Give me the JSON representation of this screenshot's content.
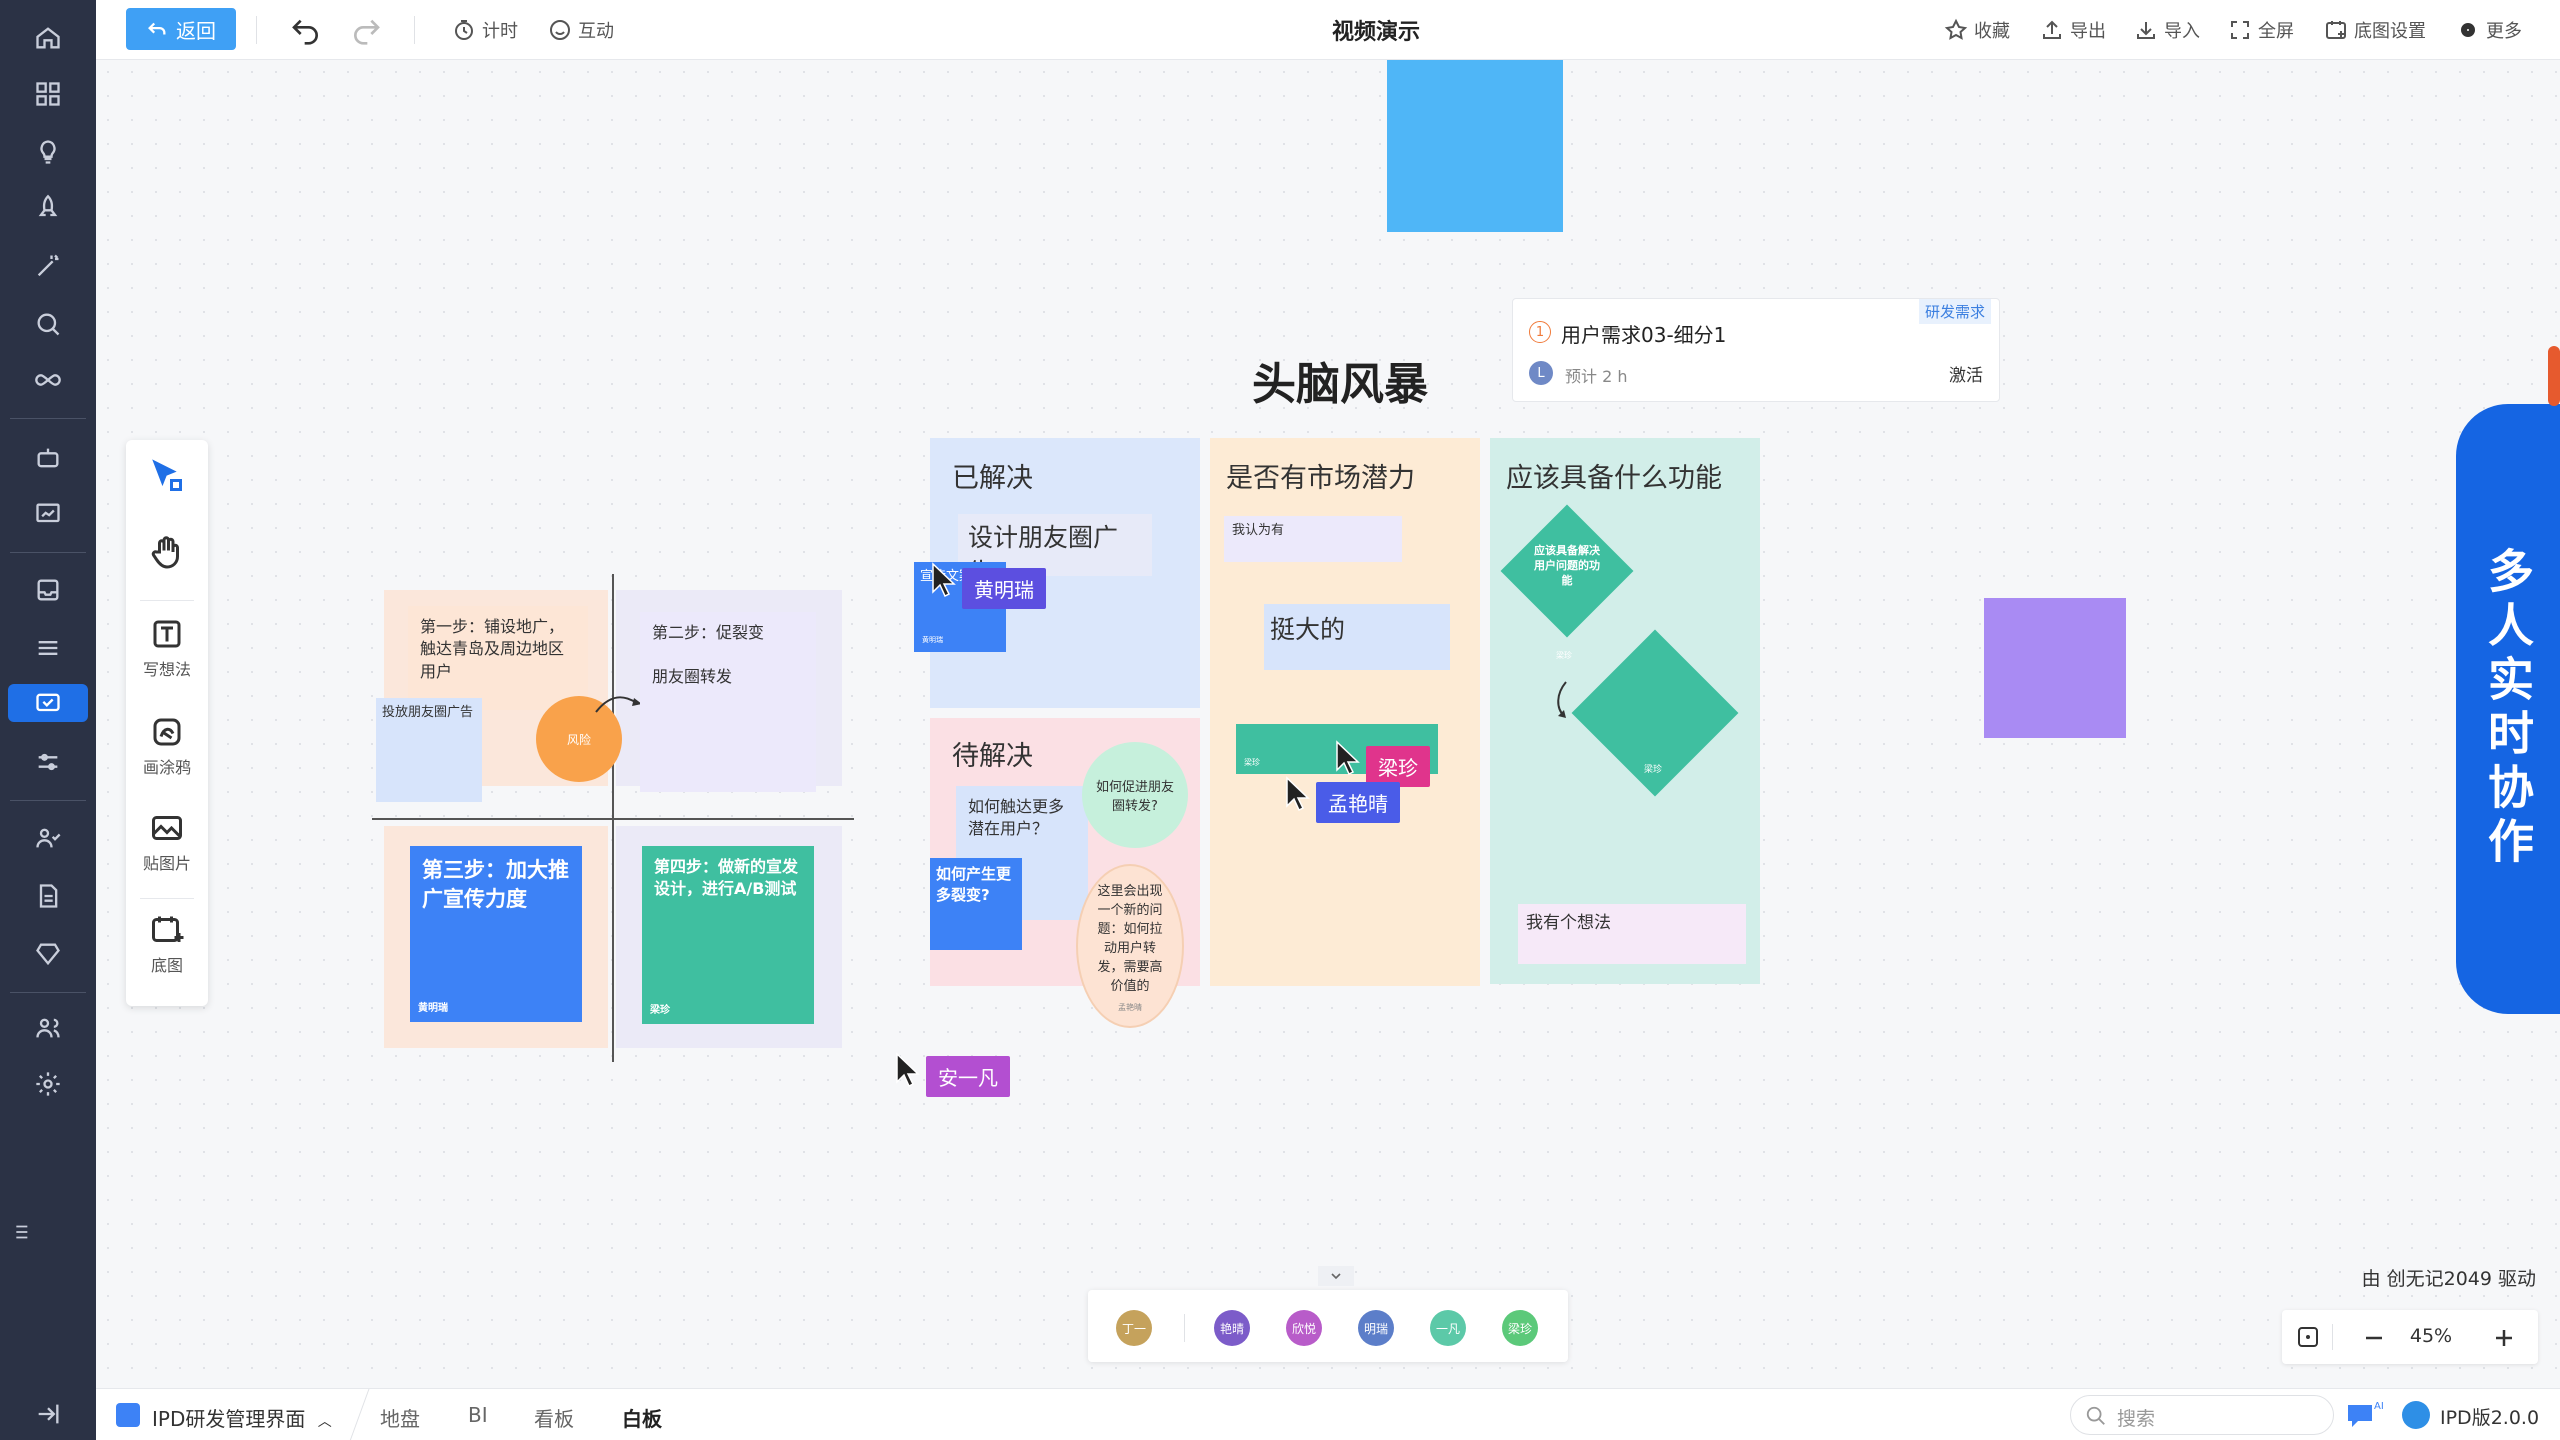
{
  "topbar": {
    "back_label": "返回",
    "timer_label": "计时",
    "interact_label": "互动",
    "title": "视频演示",
    "favorite_label": "收藏",
    "export_label": "导出",
    "import_label": "导入",
    "fullscreen_label": "全屏",
    "bg_settings_label": "底图设置",
    "more_label": "更多"
  },
  "tools": {
    "write_label": "写想法",
    "draw_label": "画涂鸦",
    "image_label": "贴图片",
    "bg_label": "底图"
  },
  "board": {
    "title": "头脑风暴",
    "task_card": {
      "tag": "研发需求",
      "number": "1",
      "title": "用户需求03-细分1",
      "avatar": "L",
      "estimate": "预计 2 h",
      "status": "激活"
    },
    "quadrant": {
      "q1_text": "第一步：铺设地广，触达青岛及周边地区用户",
      "q1_sub": "投放朋友圈广告",
      "circle": "风险",
      "q2_text": "第二步：促裂变",
      "q2_sub": "朋友圈转发",
      "q3_text": "第三步：加大推广宣传力度",
      "q3_author": "黄明瑞",
      "q4_text": "第四步：做新的宣发设计，进行A/B测试",
      "q4_author": "梁珍"
    },
    "col1": {
      "solved_title": "已解决",
      "note_ad": "设计朋友圈广告",
      "blue_note": "宣传文案",
      "blue_author": "黄明瑞",
      "pending_title": "待解决",
      "note_reach": "如何触达更多潜在用户？",
      "note_fission": "如何产生更多裂变?",
      "circle_green": "如何促进朋友圈转发?",
      "circle_peach": "这里会出现一个新的问题：如何拉动用户转发，需要高价值的",
      "circle_peach_author": "孟艳晴"
    },
    "col2": {
      "title": "是否有市场潜力",
      "note_think": "我认为有",
      "note_big": "挺大的",
      "green_author": "梁珍"
    },
    "col3": {
      "title": "应该具备什么功能",
      "diamond1": "应该具备解决用户问题的功能",
      "diamond1_author": "梁珍",
      "diamond2_author": "梁珍",
      "idea": "我有个想法"
    }
  },
  "cursors": {
    "c1": "黄明瑞",
    "c2": "梁珍",
    "c3": "孟艳晴",
    "c4": "安一凡"
  },
  "collab_banner": "多人实时协作",
  "avatars": [
    "丁一",
    "艳晴",
    "欣悦",
    "明瑞",
    "一凡",
    "梁珍"
  ],
  "powered_by": "由 创无记2049 驱动",
  "zoom": "45%",
  "bottombar": {
    "app_name": "IPD研发管理界面",
    "tabs": [
      "地盘",
      "BI",
      "看板",
      "白板"
    ],
    "search_placeholder": "搜索",
    "version": "IPD版2.0.0"
  },
  "colors": {
    "accent": "#1f6fe6",
    "rail": "#2b3245"
  }
}
